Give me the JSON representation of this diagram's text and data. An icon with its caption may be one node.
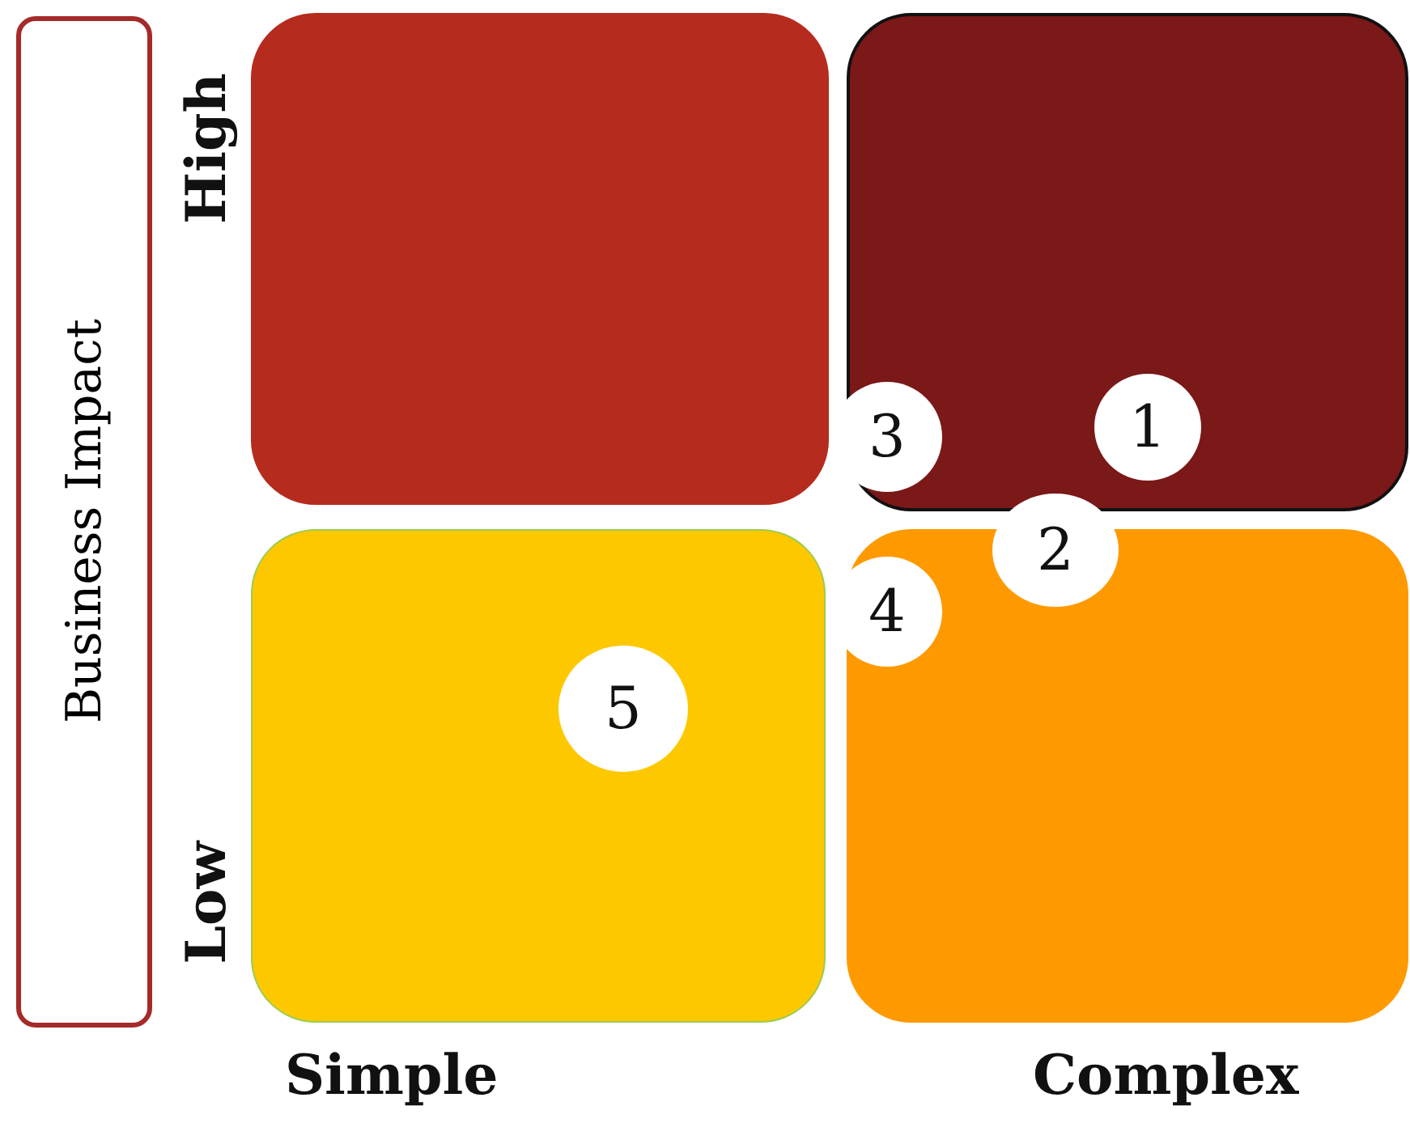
{
  "diagram": {
    "nodes": [
      {
        "text": [
          "Business Impact"
        ]
      },
      {
        "text": [],
        "shape": "box"
      },
      {
        "text": [],
        "shape": "box"
      },
      {
        "text": [
          "1"
        ],
        "in": 2
      },
      {
        "text": [
          "3"
        ]
      },
      {
        "text": [
          "2"
        ]
      },
      {
        "text": [
          "4"
        ]
      },
      {
        "text": [],
        "shape": "box"
      },
      {
        "text": [
          "5"
        ],
        "in": 7
      },
      {
        "text": [],
        "shape": "box"
      }
    ],
    "edges": [],
    "labels": [
      "High",
      "Low",
      "Simple",
      "Complex"
    ]
  }
}
